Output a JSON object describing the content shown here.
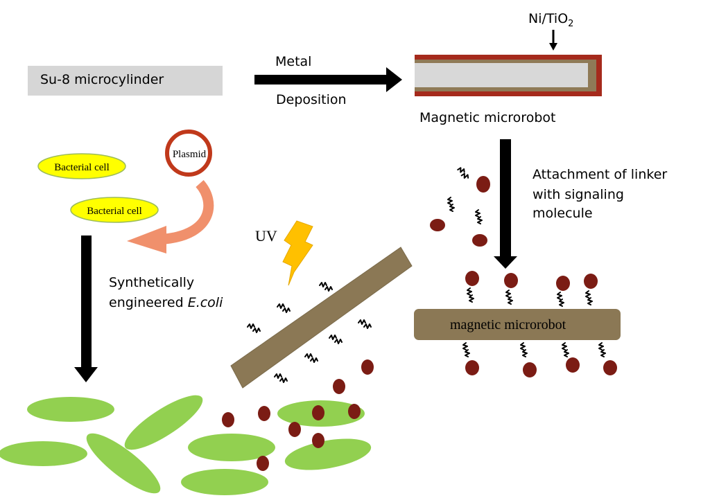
{
  "labels": {
    "su8": "Su-8 microcylinder",
    "metal": "Metal",
    "deposition": "Deposition",
    "ni_base": "Ni/TiO",
    "ni_sub": "2",
    "magnetic_microrobot": "Magnetic microrobot",
    "attach_line1": "Attachment of linker",
    "attach_line2": "with signaling",
    "attach_line3": "molecule",
    "bacterial_cell_1": "Bacterial cell",
    "bacterial_cell_2": "Bacterial cell",
    "plasmid": "Plasmid",
    "uv": "UV",
    "synth_line1": "Synthetically",
    "synth_line2_prefix": "engineered ",
    "synth_line2_italic": "E.coli",
    "rod_label": "magnetic microrobot"
  },
  "colors": {
    "su8_box": "#d6d6d6",
    "nickel_outer": "#a52a1c",
    "tio2_layer": "#8f7a57",
    "core": "#d8d8d8",
    "rod": "#8b7855",
    "bacteria": "#92d050",
    "bacterial_cell": "#ffff00",
    "cell_border": "#9bbb59",
    "plasmid_ring": "#c0391b",
    "curved_arrow": "#f0906c",
    "molecule": "#7b1c14",
    "lightning": "#ffc000",
    "arrow": "#000000"
  }
}
